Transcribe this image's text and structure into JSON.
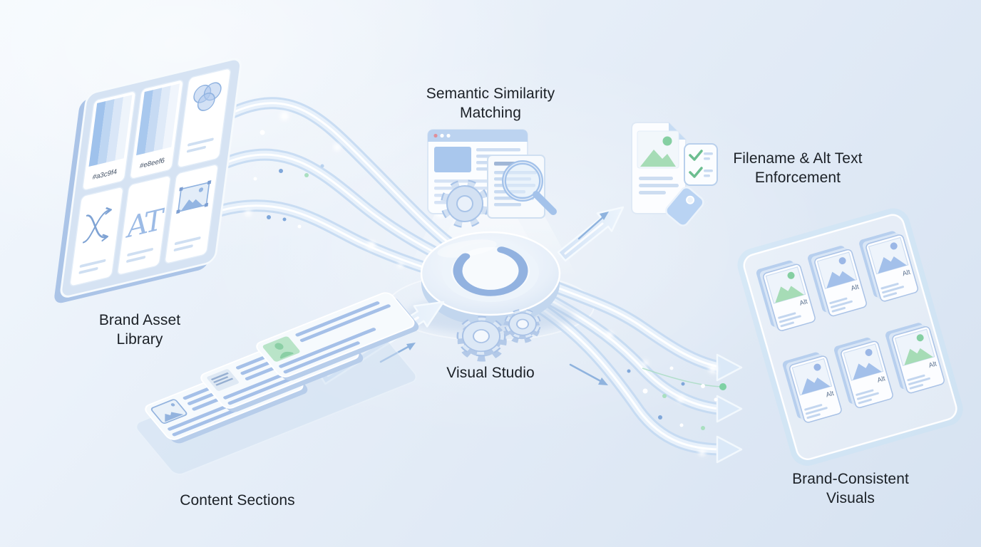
{
  "diagram": {
    "background": {
      "gradient_start": "#f3f8fd",
      "gradient_end": "#d6e2f1"
    },
    "nodes": {
      "brand_asset_library": {
        "label": "Brand Asset Library",
        "swatch_cards": [
          {
            "hex": "#a3c9f4",
            "stripes": [
              "#9fc2ec",
              "#bed6f2",
              "#d9e6f7",
              "#eef4fb"
            ]
          },
          {
            "hex": "#e8eef6",
            "stripes": [
              "#a8c8ee",
              "#c6daf3",
              "#dfeaf8",
              "#f0f5fc"
            ]
          }
        ],
        "typography_sample": "AT"
      },
      "content_sections": {
        "label": "Content Sections"
      },
      "semantic_matching": {
        "label": "Semantic Similarity Matching"
      },
      "hub": {
        "label": "Visual Studio"
      },
      "filename_alt_text": {
        "label": "Filename & Alt Text Enforcement"
      },
      "brand_visuals": {
        "label": "Brand-Consistent Visuals",
        "alt_badge": "Alt",
        "cards": [
          {
            "mountain_hex": "#a6dcb6",
            "sun_hex": "#85cfa2"
          },
          {
            "mountain_hex": "#a3c0ea",
            "sun_hex": "#9bb7e6"
          },
          {
            "mountain_hex": "#a3c0ea",
            "sun_hex": "#9bb7e6"
          },
          {
            "mountain_hex": "#a3c0ea",
            "sun_hex": "#9bb7e6"
          },
          {
            "mountain_hex": "#a3c0ea",
            "sun_hex": "#9bb7e6"
          },
          {
            "mountain_hex": "#a6dcb6",
            "sun_hex": "#85cfa2"
          }
        ]
      }
    },
    "flow_colors": {
      "pipe_edge": "#c2d8f1",
      "pipe_fill": "#e8f1fb",
      "pipe_core": "#ffffff",
      "dot_green": "#a9dfc0",
      "dot_blue": "#7fa7da",
      "dot_white": "#ffffff",
      "spinner_blue": "#92b2e0"
    }
  }
}
